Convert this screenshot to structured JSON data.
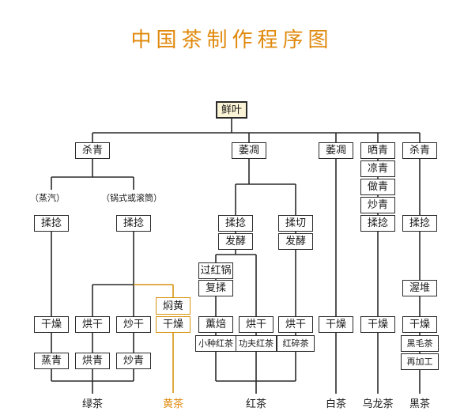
{
  "title": "中国茶制作程序图",
  "root": "鲜叶",
  "branches": {
    "green_left_kill": "杀青",
    "steam_note": "（蒸汽）",
    "pan_note": "（锅式或滚筒）",
    "knead1": "揉捻",
    "knead2": "揉捻",
    "dry1": "干燥",
    "bake1": "烘干",
    "fry1": "炒干",
    "steam_green": "蒸青",
    "bake_green": "烘青",
    "fry_green": "炒青",
    "yellow_smother": "焖黄",
    "yellow_dry": "干燥",
    "red_wither": "萎凋",
    "red_knead": "揉捻",
    "red_ferment": "发酵",
    "red_pot": "过红锅",
    "red_reknead": "复揉",
    "red_smoke": "薰焙",
    "red_small": "小种红茶",
    "red_bake": "烘干",
    "red_kungfu": "功夫红茶",
    "red_cut": "揉切",
    "red_ferment2": "发酵",
    "red_bake2": "烘干",
    "red_broken": "红碎茶",
    "white_wither": "萎凋",
    "white_dry": "干燥",
    "oolong_sun": "晒青",
    "oolong_cool": "凉青",
    "oolong_shake": "做青",
    "oolong_fry": "炒青",
    "oolong_knead": "揉捻",
    "oolong_dry": "干燥",
    "dark_kill": "杀青",
    "dark_knead": "揉捻",
    "dark_pile": "渥堆",
    "dark_dry": "干燥",
    "dark_maocha": "黑毛茶",
    "dark_reprocess": "再加工"
  },
  "categories": {
    "green": "绿茶",
    "yellow": "黄茶",
    "red": "红茶",
    "white": "白茶",
    "oolong": "乌龙茶",
    "dark": "黑茶"
  },
  "colors": {
    "accent": "#e0890c",
    "yellow_line": "#d79412",
    "root_fill": "#fbf3d6"
  }
}
